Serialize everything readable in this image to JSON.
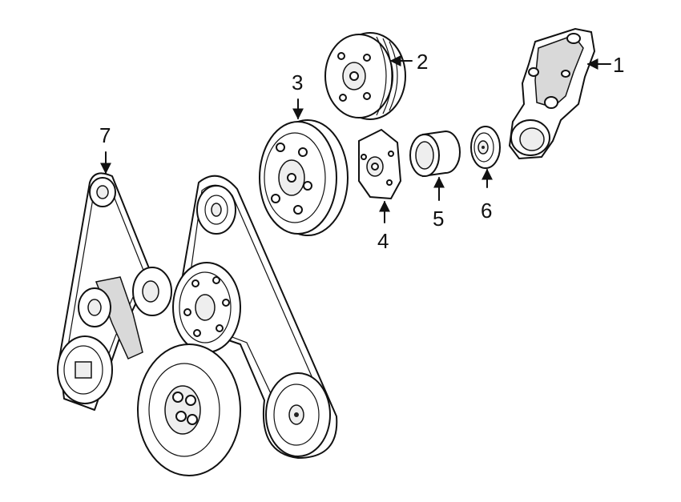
{
  "callouts": [
    {
      "id": "1",
      "label": "1"
    },
    {
      "id": "2",
      "label": "2"
    },
    {
      "id": "3",
      "label": "3"
    },
    {
      "id": "4",
      "label": "4"
    },
    {
      "id": "5",
      "label": "5"
    },
    {
      "id": "6",
      "label": "6"
    },
    {
      "id": "7",
      "label": "7"
    }
  ],
  "colors": {
    "line": "#111111",
    "shade": "#d9d9d9",
    "background": "#ffffff"
  }
}
